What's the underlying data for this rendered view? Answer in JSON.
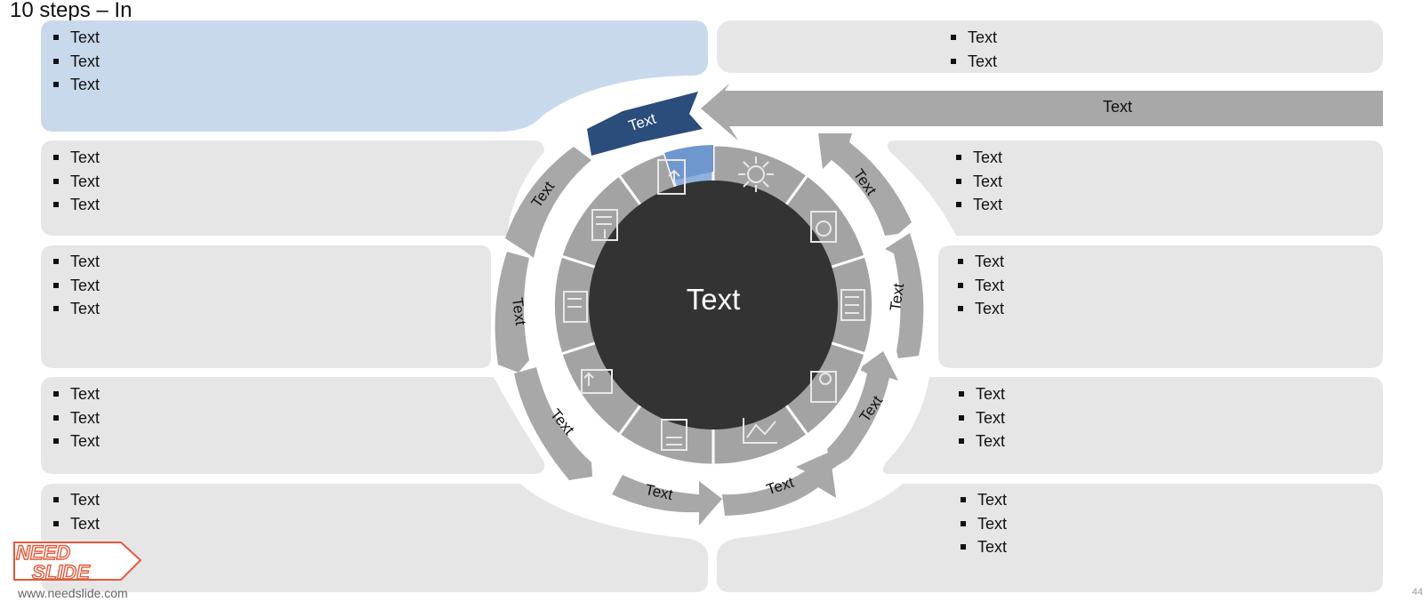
{
  "title": "10 steps – In",
  "center_label": "Text",
  "top_bar_label": "Text",
  "panels": {
    "top_left": [
      "Text",
      "Text",
      "Text"
    ],
    "top_right": [
      "Text",
      "Text"
    ],
    "left_2": [
      "Text",
      "Text",
      "Text"
    ],
    "left_3": [
      "Text",
      "Text",
      "Text"
    ],
    "left_4": [
      "Text",
      "Text",
      "Text"
    ],
    "bottom_left": [
      "Text",
      "Text"
    ],
    "right_2": [
      "Text",
      "Text",
      "Text"
    ],
    "right_3": [
      "Text",
      "Text",
      "Text"
    ],
    "right_4": [
      "Text",
      "Text",
      "Text"
    ],
    "bottom_right": [
      "Text",
      "Text",
      "Text"
    ]
  },
  "arrows": [
    "Text",
    "Text",
    "Text",
    "Text",
    "Text",
    "Text",
    "Text",
    "Text",
    "Text"
  ],
  "segment_icons": [
    "document-upload-icon",
    "sun-icon",
    "clock-document-icon",
    "checklist-icon",
    "pie-chart-document-icon",
    "line-chart-icon",
    "calculator-icon",
    "upload-folders-icon",
    "checklist-down-icon",
    "download-document-icon"
  ],
  "logo": {
    "line1": "NEED",
    "line2": "SLIDE",
    "url": "www.needslide.com"
  },
  "page_number": "44",
  "colors": {
    "highlight_panel": "#c9d9ec",
    "panel": "#e6e6e6",
    "arrow_active": "#2a4d7c",
    "arrow": "#a8a8a8",
    "center": "#333333",
    "segment": "#a3a3a3",
    "segment_active": "#8fb1de",
    "logo": "#e05a3a"
  }
}
